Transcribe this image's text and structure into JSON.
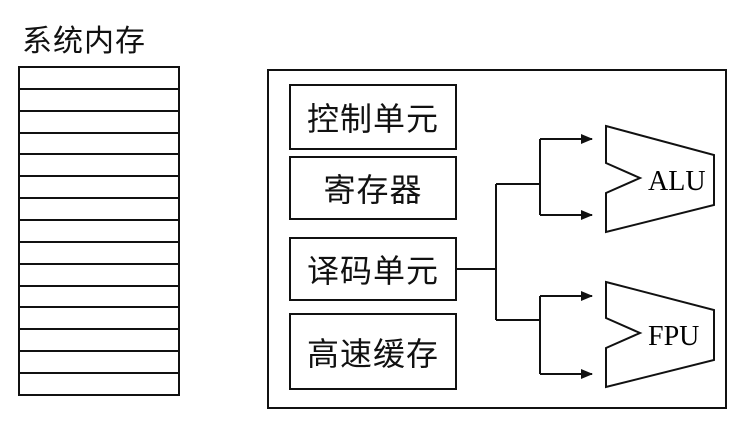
{
  "memory": {
    "title": "系统内存",
    "cell_count": 15
  },
  "cpu": {
    "units": [
      {
        "label": "控制单元"
      },
      {
        "label": "寄存器"
      },
      {
        "label": "译码单元"
      },
      {
        "label": "高速缓存"
      }
    ],
    "processors": [
      {
        "label": "ALU"
      },
      {
        "label": "FPU"
      }
    ]
  }
}
